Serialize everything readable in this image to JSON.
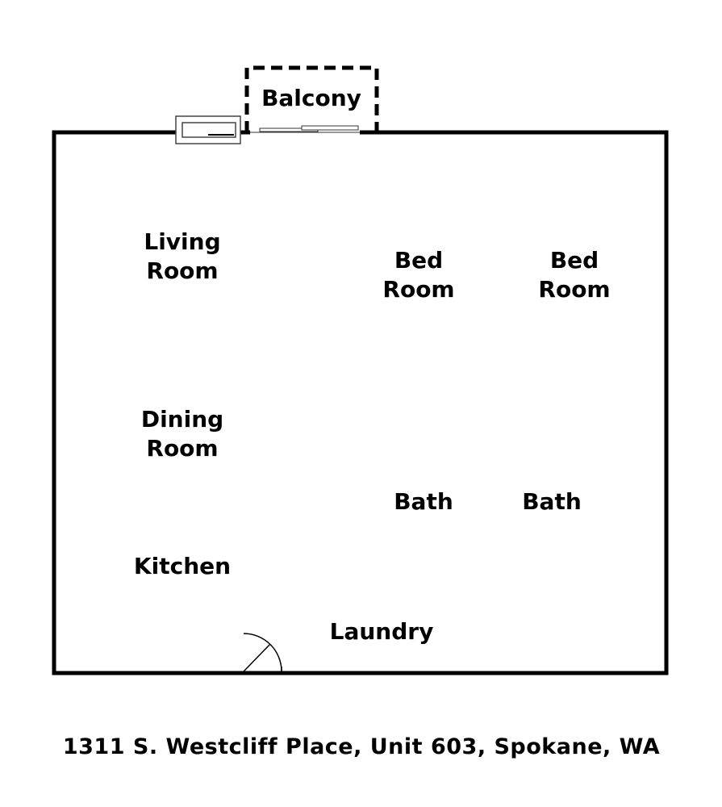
{
  "rooms": {
    "balcony": "Balcony",
    "living_room": [
      "Living",
      "Room"
    ],
    "dining_room": [
      "Dining",
      "Room"
    ],
    "kitchen": "Kitchen",
    "bedroom_1": [
      "Bed",
      "Room"
    ],
    "bedroom_2": [
      "Bed",
      "Room"
    ],
    "bath_1": "Bath",
    "bath_2": "Bath",
    "laundry": "Laundry"
  },
  "address": "1311 S. Westcliff Place, Unit 603, Spokane, WA"
}
